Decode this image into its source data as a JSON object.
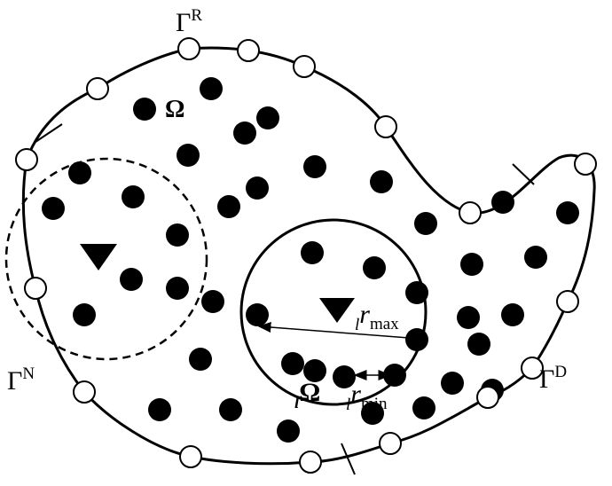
{
  "labels": {
    "robin_boundary": {
      "symbol": "Γ",
      "sup": "R"
    },
    "neumann_boundary": {
      "symbol": "Γ",
      "sup": "N"
    },
    "dirichlet_boundary": {
      "symbol": "Γ",
      "sup": "D"
    },
    "domain": "Ω",
    "local_domain": {
      "prefix": "l",
      "symbol": "Ω"
    },
    "r_max": {
      "prefix": "l",
      "symbol": "r",
      "sub": "max"
    },
    "r_min": {
      "prefix": "l",
      "symbol": "r",
      "sub": "min"
    }
  },
  "colors": {
    "stroke": "#000000",
    "fill": "#000000",
    "background": "#ffffff"
  }
}
